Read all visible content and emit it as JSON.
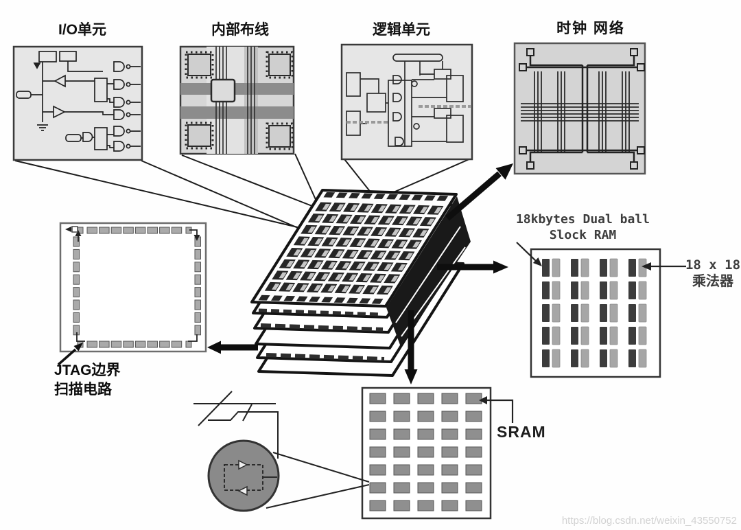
{
  "title_labels": {
    "io_unit": "I/O单元",
    "internal_routing": "内部布线",
    "logic_unit": "逻辑单元",
    "clock_network": "时钟 网络"
  },
  "annotations": {
    "jtag_line1": "JTAG边界",
    "jtag_line2": "扫描电路",
    "block_ram_line1": "18kbytes Dual ball",
    "block_ram_line2": "Slock RAM",
    "multiplier_line1": "18 x 18",
    "multiplier_line2": "乘法器",
    "sram_label": "SRAM"
  },
  "watermark": "https://blog.csdn.net/weixin_43550752",
  "grids": {
    "chip_top": {
      "cols": 9,
      "rows": 8,
      "pad_dashes": 10
    },
    "block_ram": {
      "pair_columns": 4,
      "rows": 5
    },
    "sram": {
      "cols": 5,
      "rows": 7
    },
    "jtag": {
      "top_pads": 8,
      "side_pads": 8
    },
    "clock": {
      "vertical_groups": 4,
      "lines_per_group": 3,
      "h_band_lines": 6
    }
  },
  "colors": {
    "ink": "#1a1a1a",
    "box_fill_light": "#e6e6e6",
    "box_fill_mid": "#d6d6d6",
    "band_dark": "#8c8c8c",
    "cell_dark": "#3c3c3c",
    "cell_light": "#a6a6a6",
    "sram_cell": "#8f8f8f",
    "chip_cell_dark": "#262626",
    "chip_cell_inner": "#c6c6c6",
    "circle_fill": "#8a8a8a",
    "watermark": "#d2d2d2"
  }
}
